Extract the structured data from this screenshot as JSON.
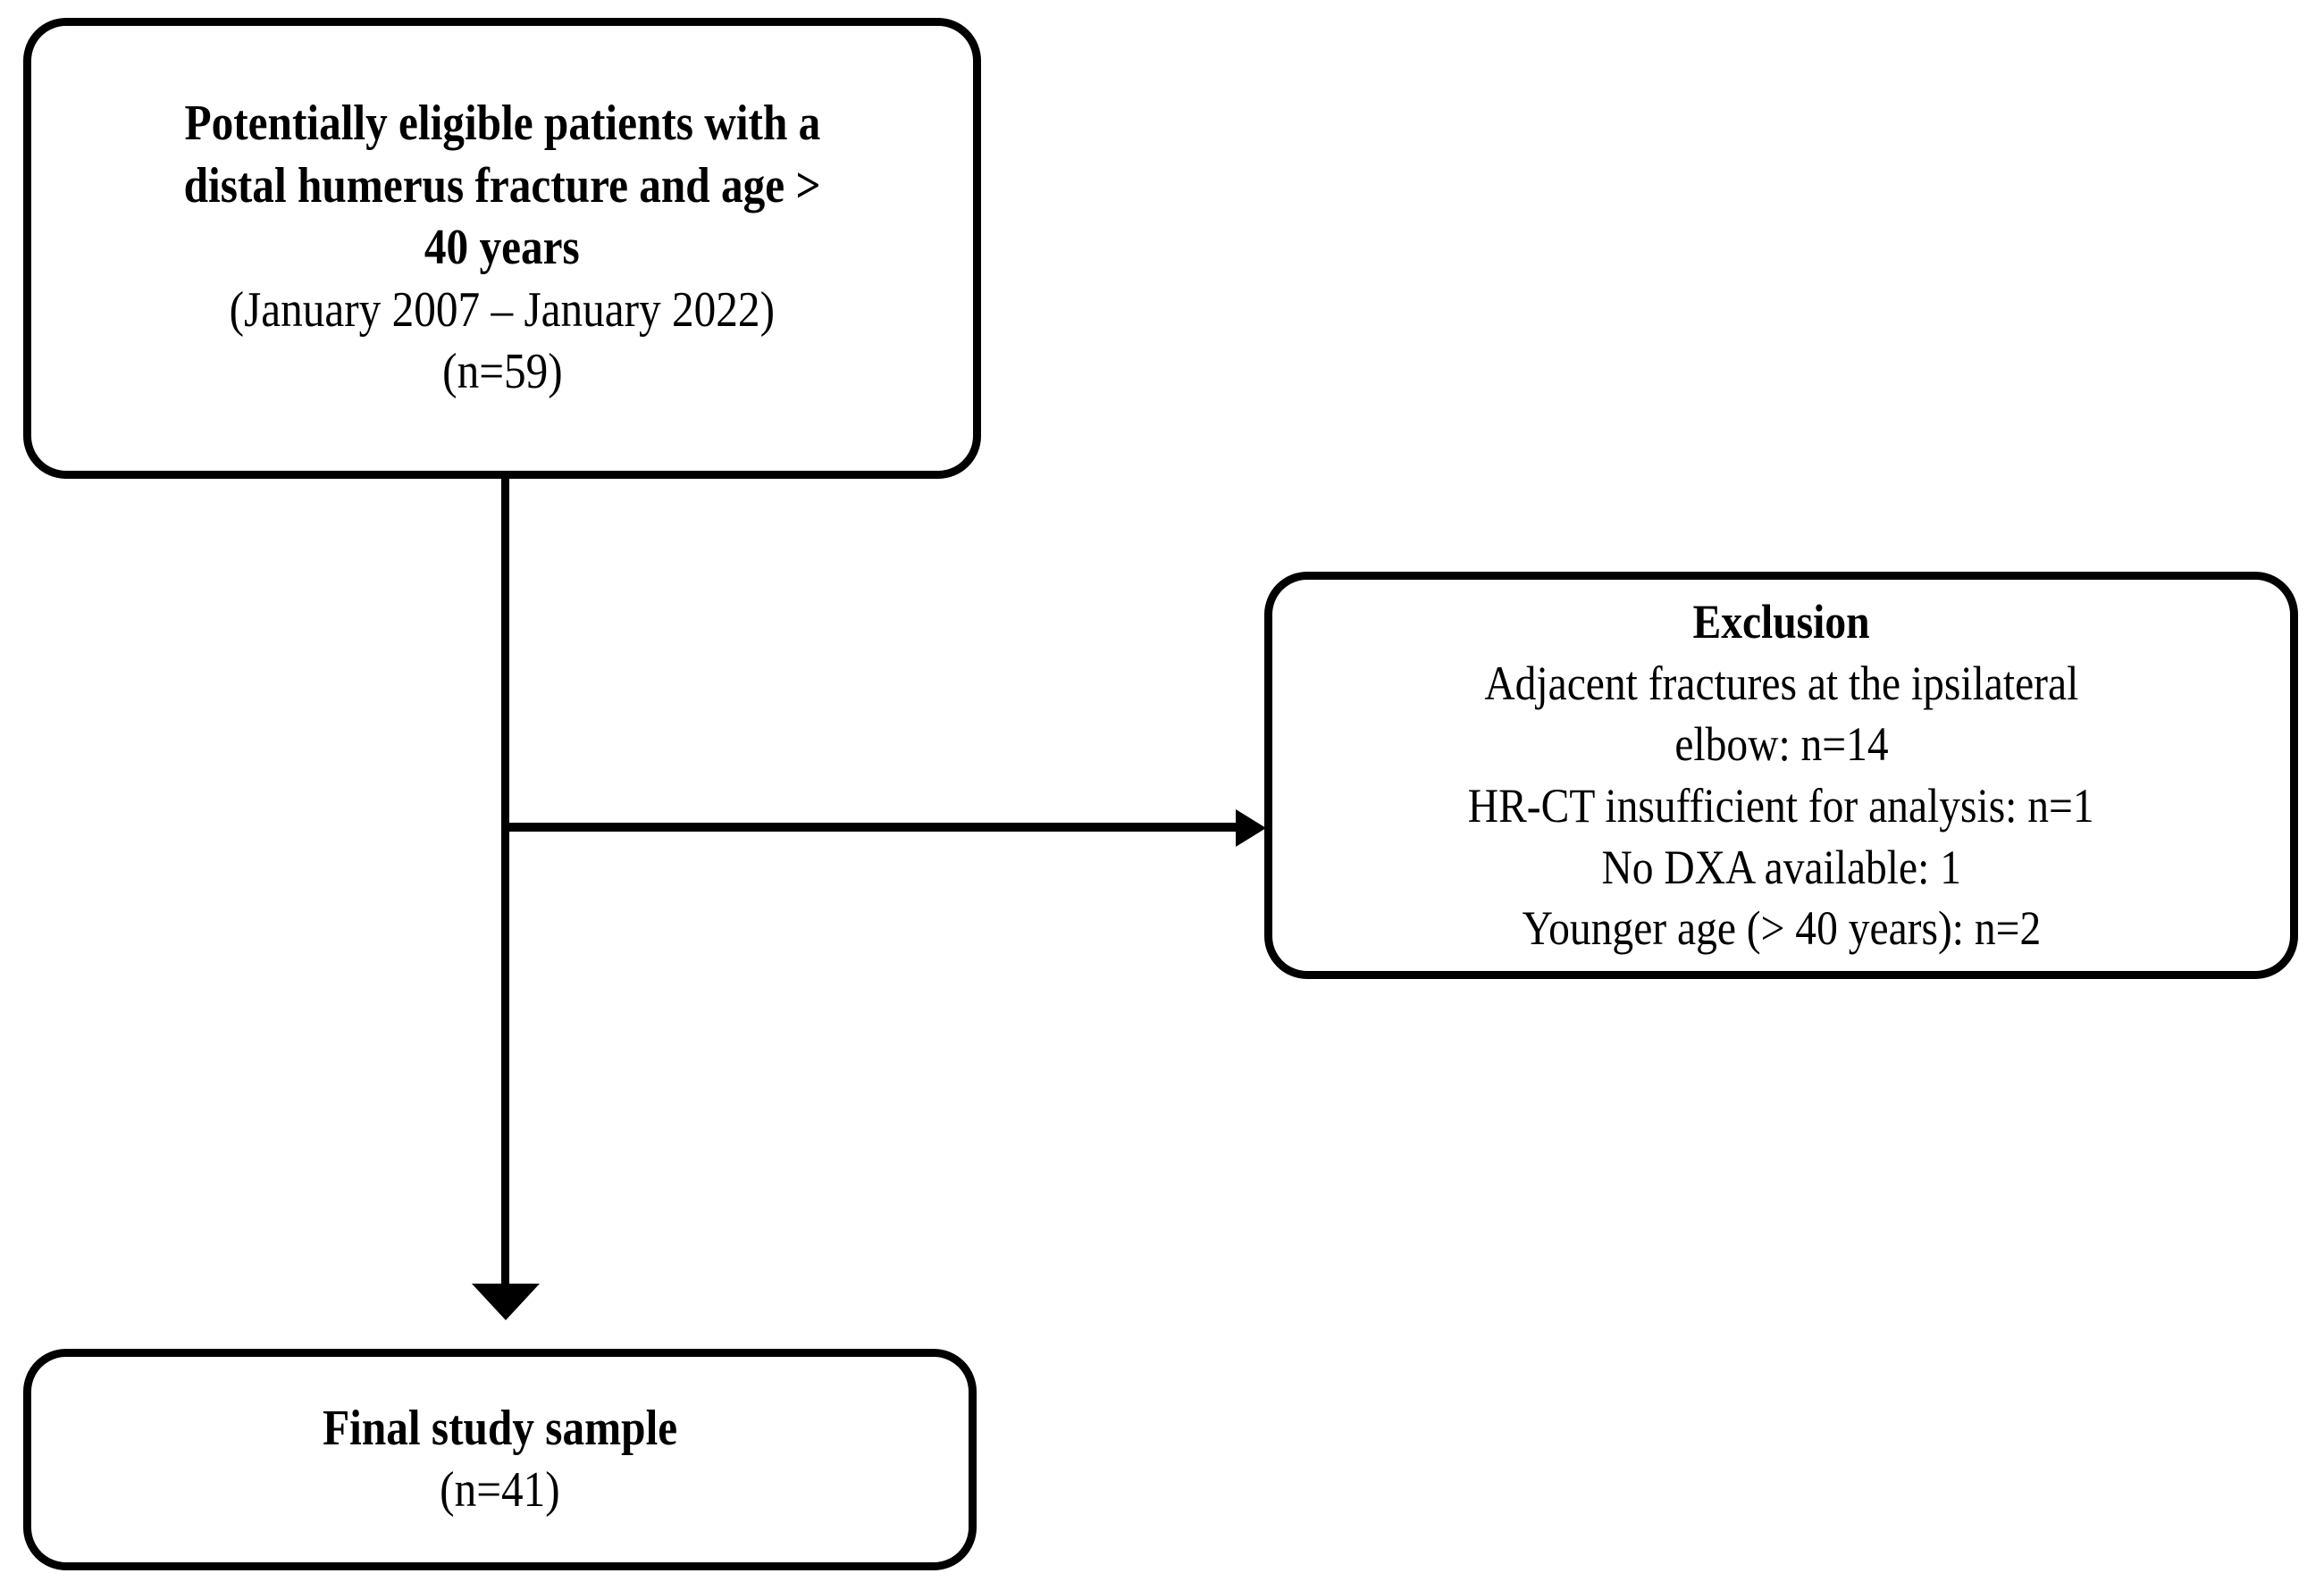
{
  "diagram": {
    "title": "Patient selection flow diagram",
    "type": "flowchart",
    "background_color": "#ffffff",
    "line_color": "#000000"
  },
  "boxes": {
    "eligible": {
      "name": "potentially-eligible-patients",
      "lines": [
        {
          "text": "Potentially eligible patients with a",
          "weight": "bold"
        },
        {
          "text": "distal humerus fracture and age >",
          "weight": "bold"
        },
        {
          "text": "40 years",
          "weight": "bold"
        },
        {
          "text": "(January 2007 – January 2022)",
          "weight": "normal"
        },
        {
          "text": "(n=59)",
          "weight": "normal"
        }
      ],
      "count_label": "(n=59)",
      "count": 59,
      "date_range": "January 2007 – January 2022"
    },
    "exclusion": {
      "name": "exclusion-criteria",
      "heading": "Exclusion",
      "lines": [
        {
          "text": "Exclusion",
          "weight": "bold"
        },
        {
          "text": "Adjacent fractures at the ipsilateral",
          "weight": "normal"
        },
        {
          "text": "elbow: n=14",
          "weight": "normal"
        },
        {
          "text": "HR-CT insufficient for analysis: n=1",
          "weight": "normal"
        },
        {
          "text": "No DXA available: 1",
          "weight": "normal"
        },
        {
          "text": "Younger age (> 40 years): n=2",
          "weight": "normal"
        }
      ],
      "reasons": [
        {
          "reason": "Adjacent fractures at the ipsilateral elbow",
          "count_label": "n=14",
          "count": 14
        },
        {
          "reason": "HR-CT insufficient for analysis",
          "count_label": "n=1",
          "count": 1
        },
        {
          "reason": "No DXA available",
          "count_label": "1",
          "count": 1
        },
        {
          "reason": "Younger age (> 40 years)",
          "count_label": "n=2",
          "count": 2
        }
      ]
    },
    "final": {
      "name": "final-study-sample",
      "lines": [
        {
          "text": "Final study sample",
          "weight": "bold"
        },
        {
          "text": "(n=41)",
          "weight": "normal"
        }
      ],
      "heading": "Final study sample",
      "count_label": "(n=41)",
      "count": 41
    }
  },
  "connectors": {
    "trunk": {
      "name": "vertical-connector",
      "from": "eligible",
      "to": "final"
    },
    "branch": {
      "name": "horizontal-connector",
      "from": "eligible",
      "to": "exclusion"
    },
    "arrow_right": {
      "name": "arrowhead-right-icon"
    },
    "arrow_down": {
      "name": "arrowhead-down-icon"
    }
  }
}
